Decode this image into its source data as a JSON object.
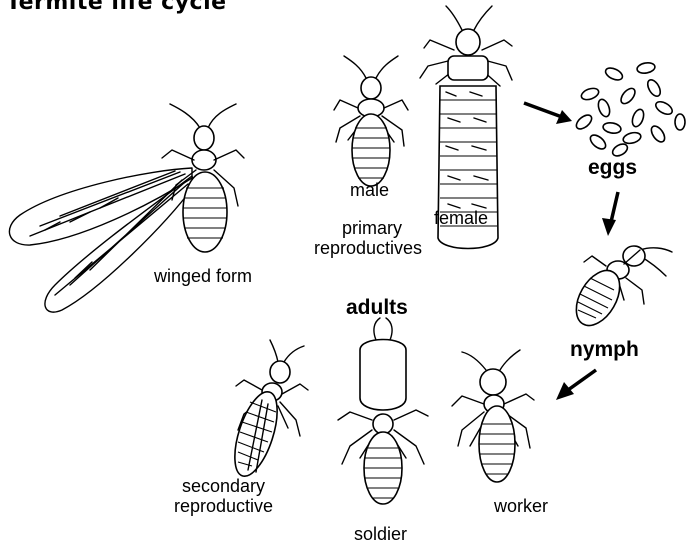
{
  "title": "Termite life cycle",
  "labels": {
    "winged_form": "winged form",
    "male": "male",
    "primary_reproductives_1": "primary",
    "primary_reproductives_2": "reproductives",
    "female": "female",
    "eggs": "eggs",
    "nymph": "nymph",
    "adults": "adults",
    "secondary_reproductive_1": "secondary",
    "secondary_reproductive_2": "reproductive",
    "soldier": "soldier",
    "worker": "worker"
  },
  "colors": {
    "ink": "#000000",
    "background": "#ffffff"
  }
}
